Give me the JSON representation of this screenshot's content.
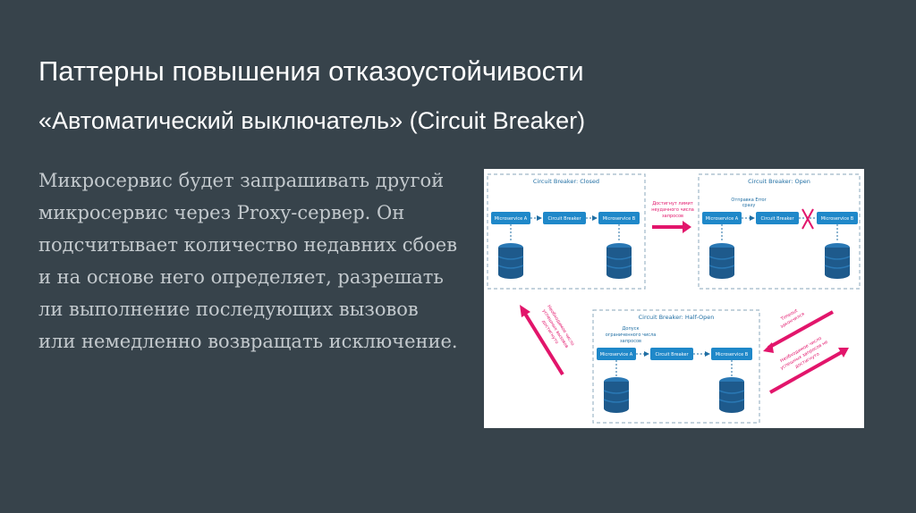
{
  "slide": {
    "title": "Паттерны повышения отказоустойчивости",
    "subtitle": "«Автоматический выключатель» (Circuit Breaker)",
    "body": "Микросервис будет запрашивать другой микросервис через Proxy-сервер. Он подсчитывает количество недавних сбоев и на основе него определяет, разрешать ли выполнение последующих вызовов или немедленно возвращать исключение."
  },
  "diagram": {
    "closed": {
      "title": "Circuit Breaker: Closed",
      "left": "Microservice A",
      "middle": "Circuit Breaker",
      "right": "Microservice B"
    },
    "open": {
      "title": "Circuit Breaker: Open",
      "note": [
        "Отправка Error",
        "сразу"
      ],
      "left": "Microservice A",
      "middle": "Circuit Breaker",
      "right": "Microservice B"
    },
    "half_open": {
      "title": "Circuit Breaker: Half-Open",
      "note": [
        "Допуск",
        "ограниченного числа",
        "запросов"
      ],
      "left": "Microservice A",
      "middle": "Circuit Breaker",
      "right": "Microservice B"
    },
    "arrow_top": [
      "Достигнут лимит",
      "неудачного числа",
      "запросов"
    ],
    "arrow_left": [
      "Необходимое число",
      "успешных вызовов",
      "достигнуто"
    ],
    "arrow_right_top": [
      "Timeout",
      "закончился"
    ],
    "arrow_right_bottom": [
      "Необходимое число",
      "успешных запросов не",
      "достигнуто"
    ],
    "colors": {
      "box": "#1f88c9",
      "cylinder": "#1e5a8c",
      "arrow": "#e2156b",
      "dash": "#9fb8c8"
    }
  }
}
